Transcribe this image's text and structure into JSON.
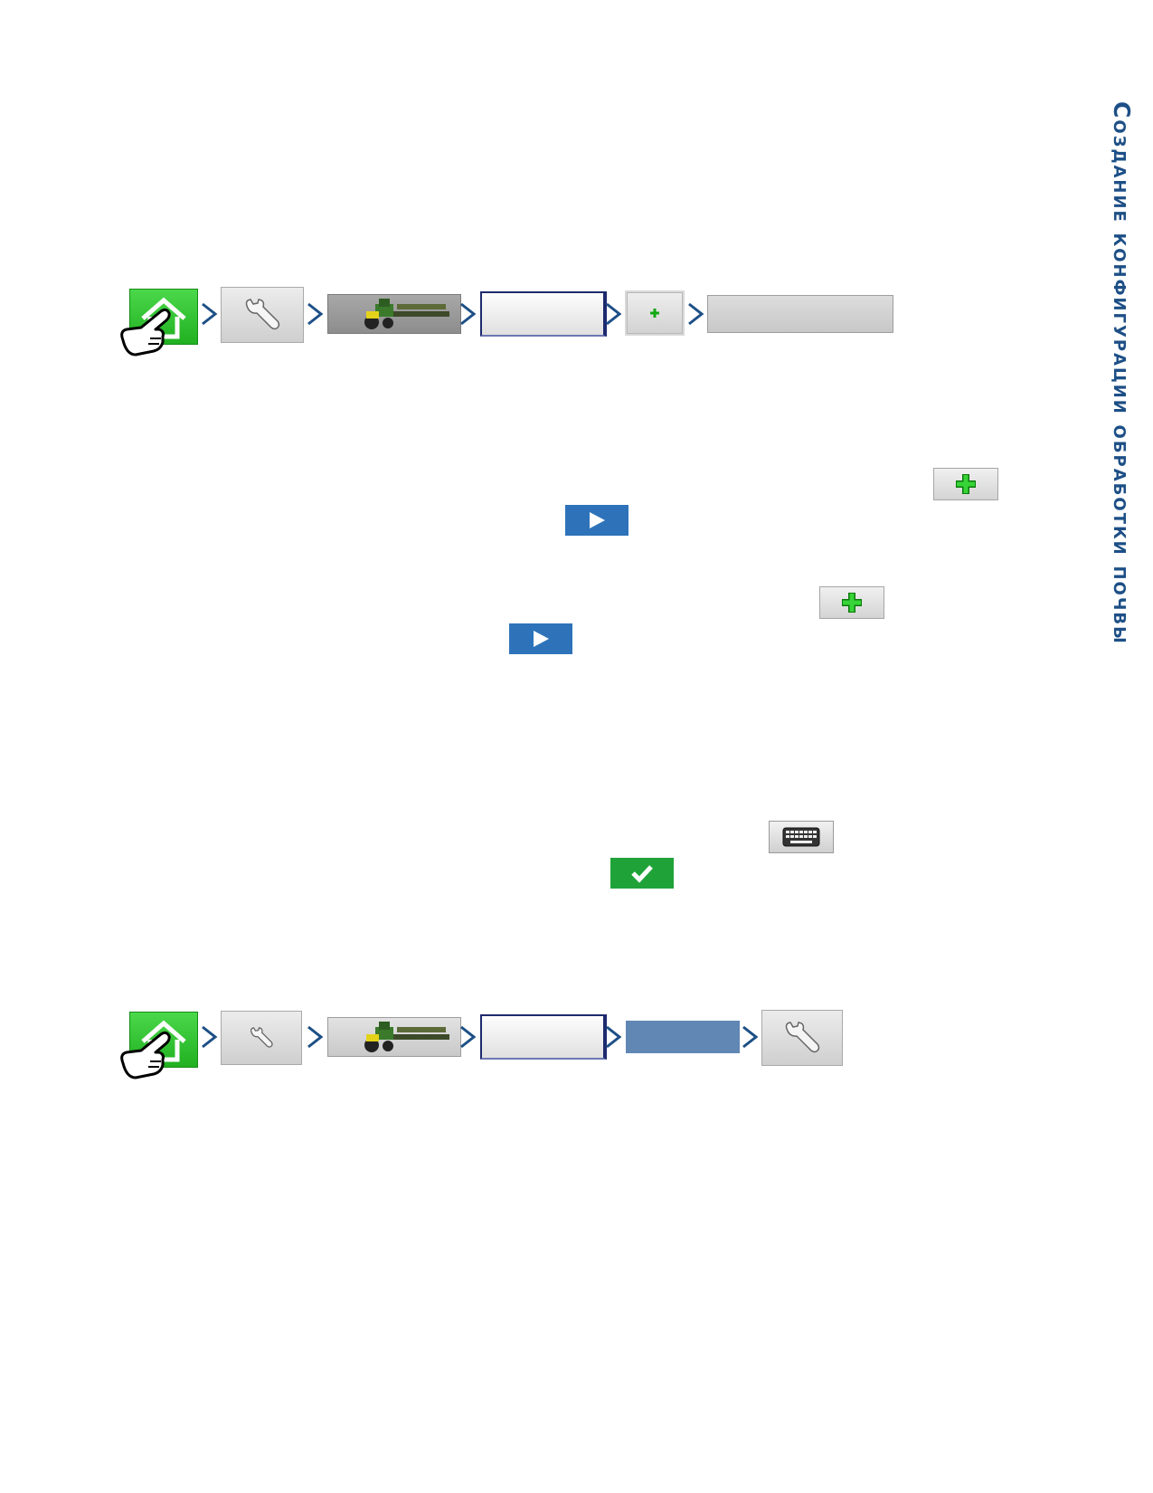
{
  "side_title": "Создание конфигурации обработки почвы",
  "colors": {
    "title": "#1d4f86",
    "chevron": "#1d4f86",
    "home_green": "#2cc12c",
    "play_blue": "#2e73ba",
    "check_green": "#1fa339",
    "bar_blue": "#6187b4"
  },
  "path_1": {
    "steps": [
      "home-icon",
      "wrench-icon",
      "equipment-image",
      "tab-button",
      "add-button",
      "selection-bar"
    ]
  },
  "path_2": {
    "steps": [
      "home-icon",
      "wrench-icon",
      "equipment-image",
      "tab-button",
      "selected-bar",
      "wrench-icon"
    ]
  },
  "inline_icons": [
    "plus-icon",
    "play-icon",
    "plus-icon",
    "play-icon",
    "keyboard-icon",
    "checkmark-icon"
  ]
}
